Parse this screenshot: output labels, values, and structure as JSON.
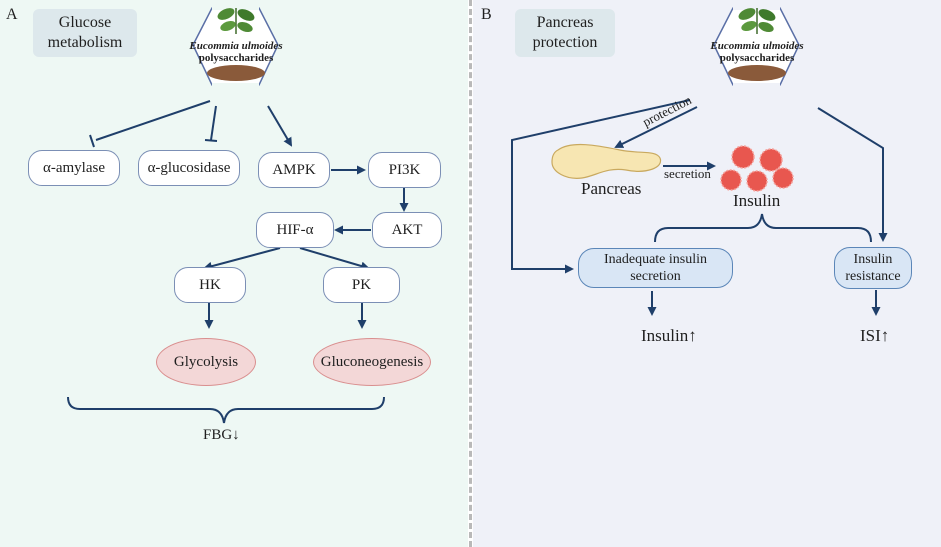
{
  "panel_a": {
    "letter": "A",
    "title_line1": "Glucose",
    "title_line2": "metabolism",
    "hexagon_label_line1": "Eucommia ulmoides",
    "hexagon_label_line2": "polysaccharides",
    "nodes": {
      "alpha_amylase": "α-amylase",
      "alpha_glucosidase": "α-glucosidase",
      "ampk": "AMPK",
      "pi3k": "PI3K",
      "akt": "AKT",
      "hif": "HIF-α",
      "hk": "HK",
      "pk": "PK",
      "glycolysis": "Glycolysis",
      "gluconeogenesis": "Gluconeogenesis"
    },
    "outcome": "FBG↓"
  },
  "panel_b": {
    "letter": "B",
    "title_line1": "Pancreas",
    "title_line2": "protection",
    "hexagon_label_line1": "Eucommia ulmoides",
    "hexagon_label_line2": "polysaccharides",
    "protection_label": "protection",
    "pancreas_label": "Pancreas",
    "secretion_label": "secretion",
    "insulin_label": "Insulin",
    "inadequate_line1": "Inadequate insulin",
    "inadequate_line2": "secretion",
    "resistance_line1": "Insulin",
    "resistance_line2": "resistance",
    "outcome_left": "Insulin↑",
    "outcome_right": "ISI↑"
  },
  "colors": {
    "panel_a_bg": "#eef8f4",
    "panel_b_bg": "#eff1f8",
    "arrow": "#1f3f6a",
    "node_border": "#7b8fb5",
    "ellipse_fill": "#f3d7d7",
    "blue_node_fill": "#d9e6f5",
    "insulin_granule": "#e8574f"
  }
}
